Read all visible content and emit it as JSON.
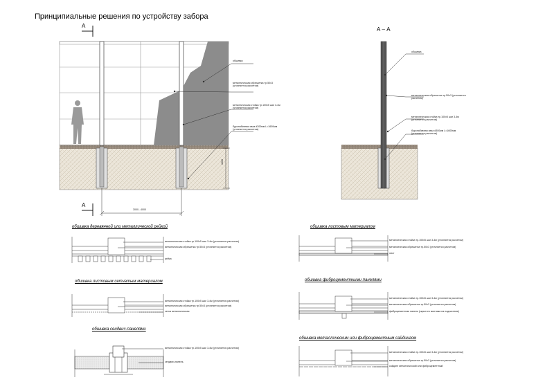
{
  "title": "Принципиальные решения по устройству забора",
  "section_marks": {
    "a_top": "А",
    "a_bottom": "А",
    "section": "А – А"
  },
  "elevation": {
    "labels": [
      "обшивка",
      "металлическая обрешетка тр.50х3 (уточняется расчетом)",
      "металлическая стойка тр.100х5 шаг 3-4м (уточняется расчетом)",
      "буронабивная сваа d300мм L=1600мм (уточняется расчетом)"
    ],
    "dim_depth": "1600",
    "dim_span": "3000...4000"
  },
  "section_view": {
    "labels": [
      "обшивка",
      "металлическая обрешетка тр.50х3 (уточняется расчетом)",
      "металлическая стойка тр.100х5 шаг 3-4м (уточняется расчетом)",
      "буронабивная сваа d300мм L=1600мм (уточняется расчетом)"
    ]
  },
  "details": [
    {
      "title": "обшивка деревянной или металлической рейкой",
      "labels": [
        "металлическая стойка тр.100х5 шаг 3-4м (уточняется расчетом)",
        "металлическая обрешетка тр.50х3 (уточняется расчетом)",
        "рейка"
      ]
    },
    {
      "title": "обшивка листовым сетчатым материалом",
      "labels": [
        "металлическая стойка тр.100х5 шаг 3-4м (уточняется расчетом)",
        "металлическая обрешетка тр.50х3 (уточняется расчетом)",
        "сетка металлическая"
      ]
    },
    {
      "title": "обшивка сендвич-панелями",
      "labels": [
        "металлическая стойка тр.100х5 шаг 3-4м (уточняется расчетом)",
        "сендвич-панель"
      ]
    },
    {
      "title": "обшивка листовым материалом",
      "labels": [
        "металлическая стойка тр.100х5 шаг 3-4м (уточняется расчетом)",
        "металлическая обрешетка тр.50х3 (уточняется расчетом)",
        "лист"
      ]
    },
    {
      "title": "обшивка фиброцементными панелями",
      "labels": [
        "металлическая стойка тр.100х5 шаг 3-4м (уточняется расчетом)",
        "металлическая обрешетка тр.50х3 (уточняется расчетом)",
        "фиброцементная панель (скрытого монтажа на подсистеме)"
      ]
    },
    {
      "title": "обшивка металлическим или фиброцементным сайдингом",
      "labels": [
        "металлическая стойка тр.100х5 шаг 3-4м (уточняется расчетом)",
        "металлическая обрешетка тр.50х3 (уточняется расчетом)",
        "сайдинг металлический или фиброцементный"
      ]
    }
  ],
  "colors": {
    "line": "#333333",
    "concrete": "#808080",
    "soil": "#e8e1d4",
    "gravel": "#8a7d70"
  }
}
